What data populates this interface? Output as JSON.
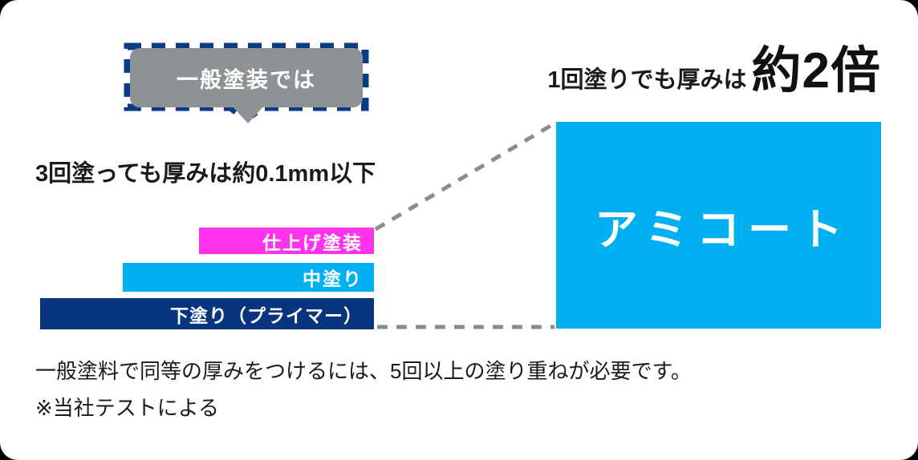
{
  "card": {
    "background_color": "#ffffff",
    "accent_cyan": "#00b0f0",
    "accent_magenta": "#ff33ee",
    "accent_navy": "#09357f",
    "bubble_gray": "#8e9295"
  },
  "bubble": {
    "label": "一般塗装では",
    "border_style": "dashed",
    "border_color": "#09357f",
    "fill_color": "#8e9295"
  },
  "left_caption": {
    "text": "3回塗っても厚みは約0.1mm以下"
  },
  "right_headline": {
    "small_text": "1回塗りでも厚みは",
    "big_text": "約2倍"
  },
  "layers": [
    {
      "label": "仕上げ塗装",
      "color": "#ff33ee",
      "order": "top"
    },
    {
      "label": "中塗り",
      "color": "#00b0f0",
      "order": "middle"
    },
    {
      "label": "下塗り（プライマー）",
      "color": "#09357f",
      "order": "bottom"
    }
  ],
  "product": {
    "label": "アミコート",
    "color": "#00b0f0"
  },
  "footer": {
    "line1": "一般塗料で同等の厚みをつけるには、5回以上の塗り重ねが必要です。",
    "line2": "※当社テストによる"
  }
}
